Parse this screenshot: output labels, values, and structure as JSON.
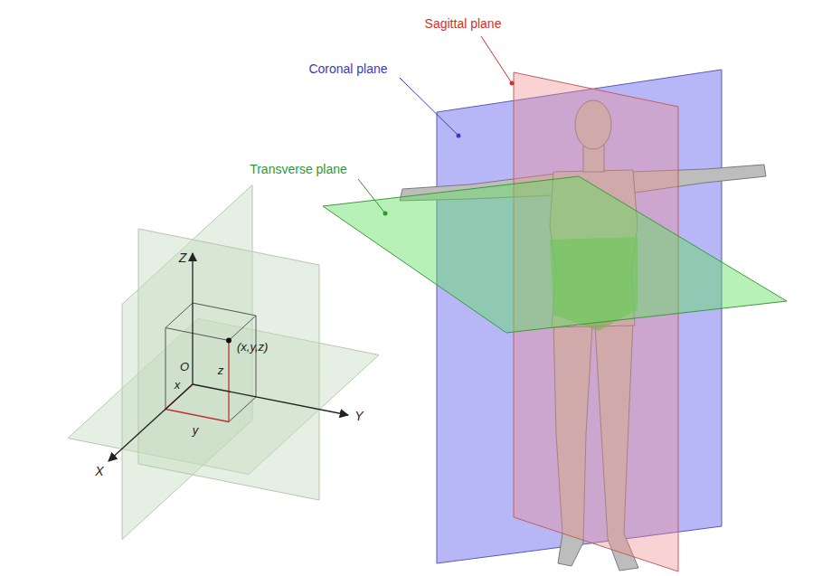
{
  "diagram": {
    "labels": [
      "Sagittal plane",
      "Coronal plane",
      "Transverse plane",
      "Z",
      "(x,y,z)",
      "O",
      "z",
      "x",
      "y",
      "Y",
      "X"
    ]
  }
}
